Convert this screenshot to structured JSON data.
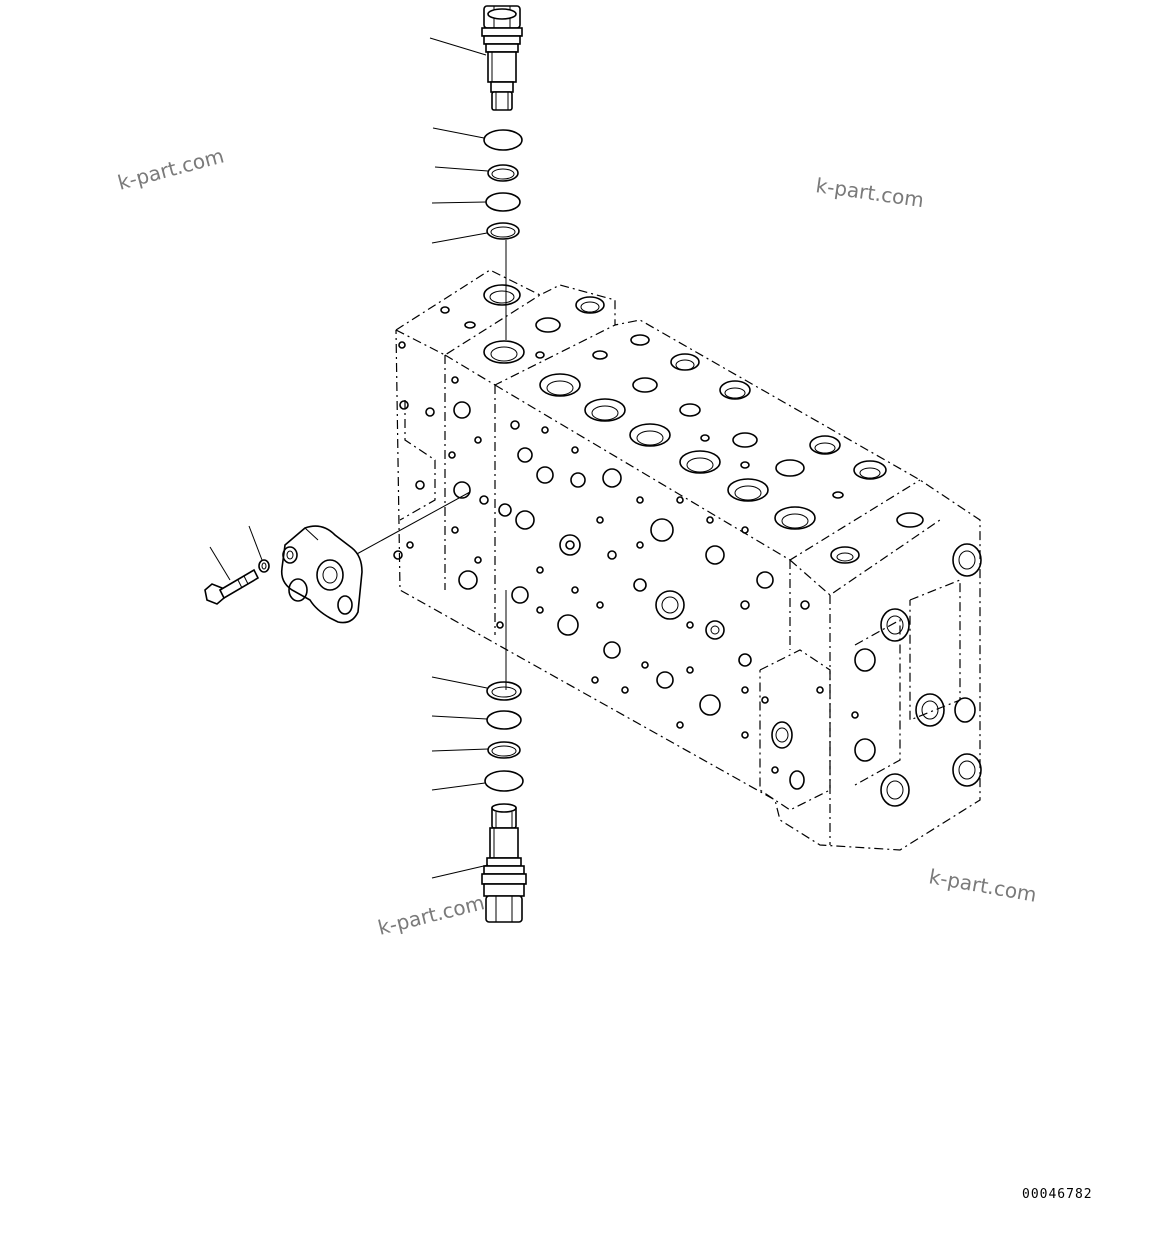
{
  "diagram": {
    "drawing_code": "00046782",
    "watermarks": [
      "k-part.com",
      "k-part.com",
      "k-part.com",
      "k-part.com"
    ]
  },
  "parts": [
    {
      "id": "relief-valve-top",
      "icon": "relief-valve-icon"
    },
    {
      "id": "o-ring-top-1",
      "icon": "o-ring-icon"
    },
    {
      "id": "backup-ring-top-1",
      "icon": "backup-ring-icon"
    },
    {
      "id": "o-ring-top-2",
      "icon": "o-ring-icon"
    },
    {
      "id": "backup-ring-top-2",
      "icon": "backup-ring-icon"
    },
    {
      "id": "valve-body",
      "icon": "control-valve-block-icon"
    },
    {
      "id": "cover",
      "icon": "cover-plate-icon"
    },
    {
      "id": "washer",
      "icon": "washer-icon"
    },
    {
      "id": "bolt",
      "icon": "bolt-icon"
    },
    {
      "id": "o-ring-bottom-1",
      "icon": "o-ring-icon"
    },
    {
      "id": "backup-ring-bottom-1",
      "icon": "backup-ring-icon"
    },
    {
      "id": "o-ring-bottom-2",
      "icon": "o-ring-icon"
    },
    {
      "id": "backup-ring-bottom-2",
      "icon": "backup-ring-icon"
    },
    {
      "id": "relief-valve-bottom",
      "icon": "relief-valve-icon"
    }
  ]
}
